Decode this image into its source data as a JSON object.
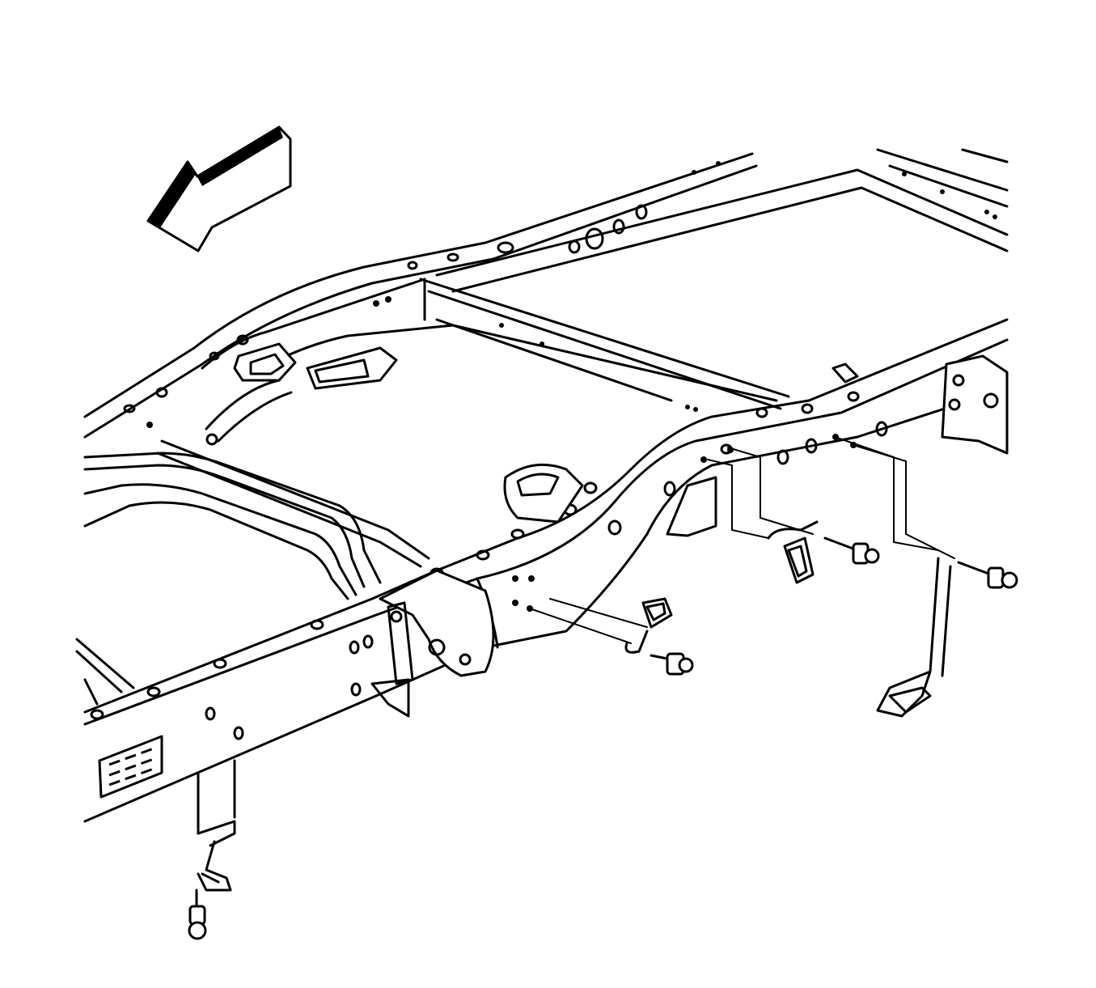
{
  "diagram": {
    "colors": {
      "line": "#000000",
      "background": "#ffffff"
    },
    "parts": [
      {
        "name": "front-direction-arrow"
      },
      {
        "name": "left-frame-rail"
      },
      {
        "name": "right-frame-rail"
      },
      {
        "name": "crossmember"
      },
      {
        "name": "fuel-lines"
      },
      {
        "name": "frame-label-plate"
      },
      {
        "name": "line-retainer-clip"
      },
      {
        "name": "retainer-bolt"
      }
    ]
  }
}
